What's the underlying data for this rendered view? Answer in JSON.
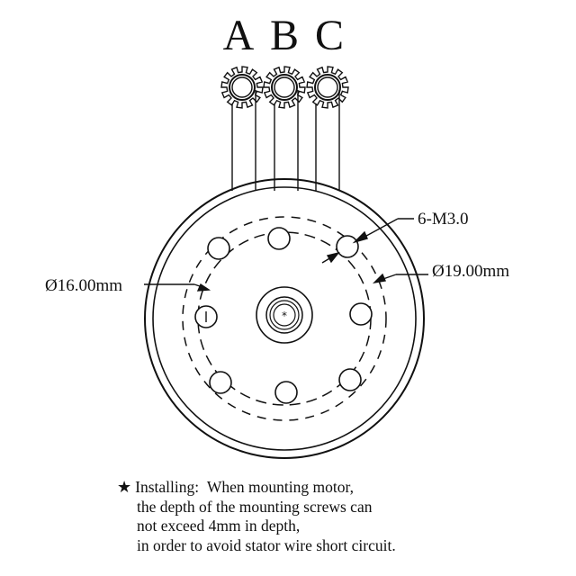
{
  "phases": [
    "A",
    "B",
    "C"
  ],
  "callouts": {
    "screws": "6-M3.0",
    "inner_diameter": "Ø16.00mm",
    "outer_diameter": "Ø19.00mm"
  },
  "note": {
    "star": "★",
    "heading": "Installing:",
    "line1": "When mounting motor,",
    "line2": "the depth of the mounting screws can",
    "line3": "not exceed 4mm in depth,",
    "line4": "in order to avoid stator wire short circuit."
  }
}
